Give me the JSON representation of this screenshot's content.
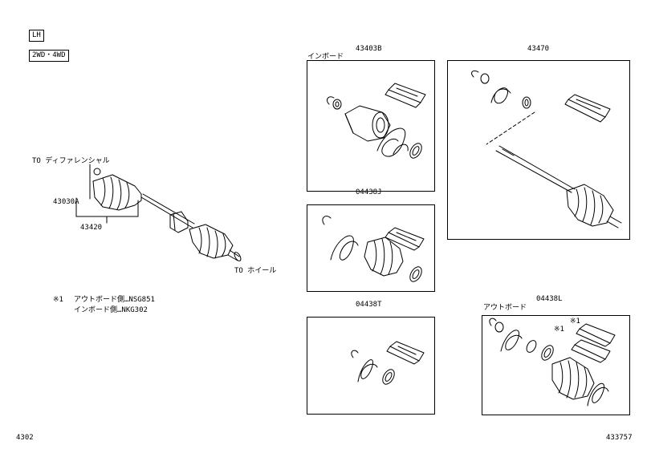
{
  "tags": {
    "side": "LH",
    "drive": "2WD・4WD"
  },
  "assembly": {
    "to_diff": "TO ディファレンシャル",
    "to_wheel": "TO ホイール",
    "part_inner": "43030A",
    "part_shaft": "43420"
  },
  "kits": {
    "inboard_joint": {
      "code": "43403B",
      "side_label": "インボード"
    },
    "outboard_shaft": {
      "code": "43470"
    },
    "inboard_boot": {
      "code": "04438J"
    },
    "boot_clamp": {
      "code": "04438T"
    },
    "outboard_boot": {
      "code": "04438L",
      "side_label": "アウトボード",
      "marker": "※1"
    }
  },
  "note": {
    "mark": "※1",
    "line1": "アウトボード側…NSG851",
    "line2": "インボード側…NKG302"
  },
  "footer": {
    "left": "4302",
    "right": "433757"
  },
  "colors": {
    "line": "#000000",
    "background": "#ffffff"
  }
}
